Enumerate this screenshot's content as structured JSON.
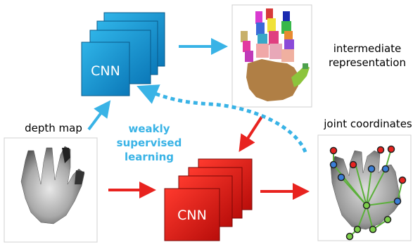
{
  "labels": {
    "intermediate_line1": "intermediate",
    "intermediate_line2": "representation",
    "depth_map": "depth map",
    "joint_coordinates": "joint coordinates",
    "weakly_line1": "weakly",
    "weakly_line2": "supervised",
    "weakly_line3": "learning",
    "cnn_top": "CNN",
    "cnn_bottom": "CNN"
  },
  "colors": {
    "cnn_top": "#1aa3d9",
    "cnn_bottom": "#e0201e",
    "arrow_blue": "#39b3e6",
    "arrow_red": "#e8231f",
    "weakly_text": "#39b3e6"
  }
}
